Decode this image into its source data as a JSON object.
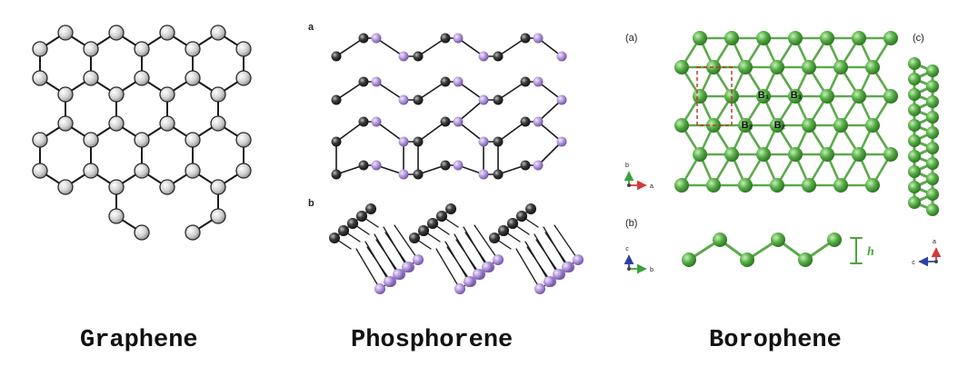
{
  "captions": {
    "graphene": "Graphene",
    "phosphorene": "Phosphorene",
    "borophene": "Borophene"
  },
  "phosphorene_panels": {
    "a": "a",
    "b": "b"
  },
  "borophene_panels": {
    "a": "(a)",
    "b": "(b)",
    "c": "(c)"
  },
  "borophene_site_labels": [
    "B₁",
    "B₁",
    "B₂",
    "B₂"
  ],
  "height_symbol": "h",
  "axis_triads": [
    {
      "vertical": "b",
      "horizontal": "a"
    },
    {
      "vertical": "c",
      "horizontal": "b"
    },
    {
      "vertical": "a",
      "horizontal": "c"
    }
  ],
  "colors": {
    "graphene_atom": "#d8d8d8",
    "phosphorene_black": "#2a2a2a",
    "phosphorene_purple": "#a88bd0",
    "borophene_atom": "#4ea33f",
    "borophene_bond": "#5da94c",
    "unit_cell": "#c0392b",
    "axis_red": "#d23a3a",
    "axis_green": "#3aa23a",
    "axis_blue": "#2f3fa8"
  }
}
